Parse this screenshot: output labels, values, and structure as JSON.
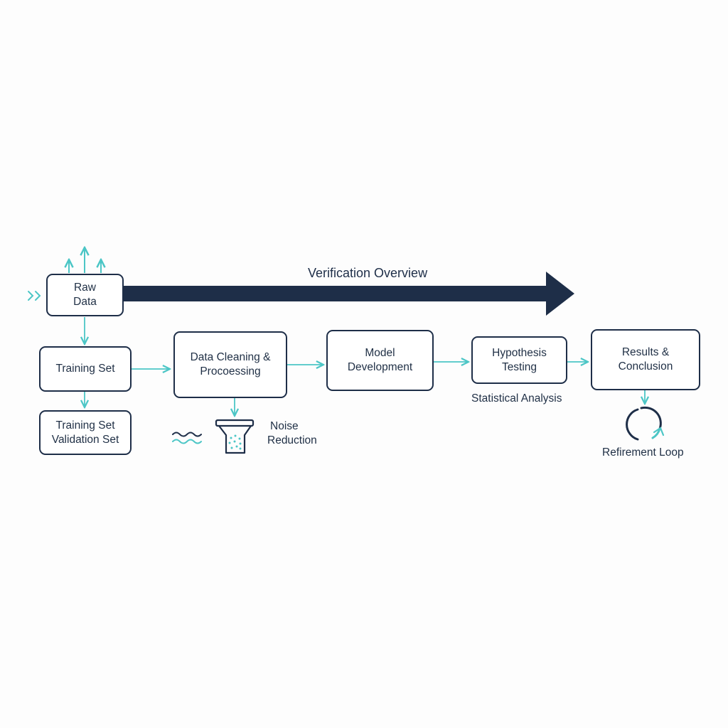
{
  "title": "Verification Overview",
  "nodes": {
    "raw_data": [
      "Raw",
      "Data"
    ],
    "training_set": "Training Set",
    "train_valid": [
      "Training Set",
      "Validation Set"
    ],
    "cleaning": [
      "Data Cleaning &",
      "Procoessing"
    ],
    "model": [
      "Model",
      "Development"
    ],
    "hypothesis": [
      "Hypothesis",
      "Testing"
    ],
    "results": [
      "Results &",
      "Conclusion"
    ]
  },
  "labels": {
    "statistical_analysis": "Statistical Analysis",
    "noise_reduction": [
      "Noise",
      "Reduction"
    ],
    "refinement_loop": "Refirement Loop"
  },
  "colors": {
    "dark": "#1e2e48",
    "accent": "#4cc6c6"
  },
  "icons": [
    "wave-icon",
    "filter-funnel-icon",
    "refresh-loop-icon",
    "chevron-double-right-icon"
  ]
}
